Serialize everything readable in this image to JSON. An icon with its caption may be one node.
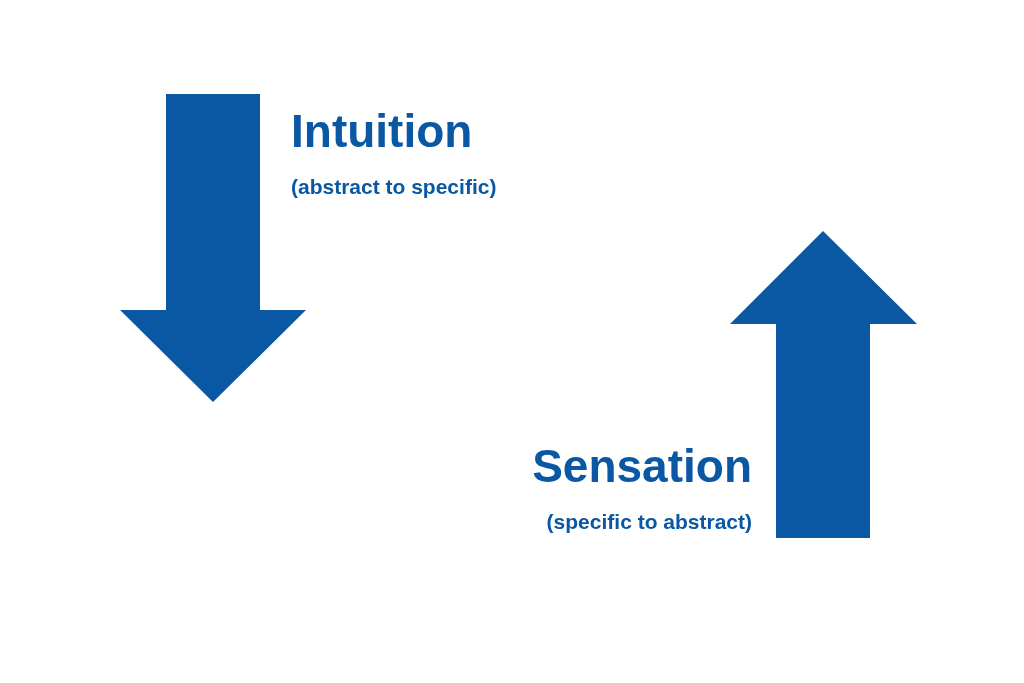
{
  "diagram": {
    "labels": [
      "Intuition",
      "(abstract to specific)",
      "Sensation",
      "(specific to abstract)"
    ]
  }
}
